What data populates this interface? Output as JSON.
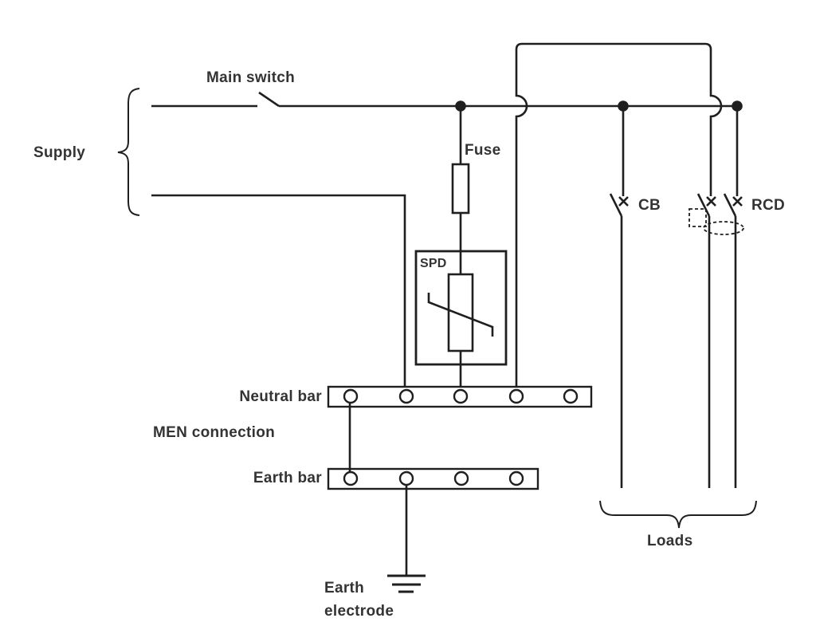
{
  "page": {
    "background": "#ffffff",
    "wire_color": "#1f1f1f",
    "text_color": "#333333"
  },
  "labels": {
    "supply": "Supply",
    "main_switch": "Main switch",
    "fuse": "Fuse",
    "spd": "SPD",
    "cb": "CB",
    "rcd": "RCD",
    "neutral_bar": "Neutral bar",
    "men_connection": "MEN connection",
    "earth_bar": "Earth bar",
    "earth_electrode": "Earth electrode",
    "loads": "Loads"
  },
  "diagram": {
    "type": "electrical-schematic",
    "subject": "MEN (multiple earthed neutral) installation: supply through main switch, fuse-protected SPD between active and neutral bar, neutral bar linked to earth bar (MEN connection) and earth electrode, load circuits via CB and two-pole RCD",
    "components": [
      {
        "id": "supply",
        "label": "Supply",
        "symbol": "left-brace-over-two-conductors"
      },
      {
        "id": "main-switch",
        "label": "Main switch",
        "symbol": "single-pole-switch",
        "on_conductor": "active"
      },
      {
        "id": "fuse",
        "label": "Fuse",
        "symbol": "fuse-rectangle"
      },
      {
        "id": "spd",
        "label": "SPD",
        "symbol": "varistor-in-box",
        "fed_via": "fuse"
      },
      {
        "id": "neutral-bar",
        "label": "Neutral bar",
        "symbol": "terminal-bar",
        "terminals": 5
      },
      {
        "id": "men-connection",
        "label": "MEN connection",
        "symbol": "link-neutral-bar-to-earth-bar"
      },
      {
        "id": "earth-bar",
        "label": "Earth bar",
        "symbol": "terminal-bar",
        "terminals": 4
      },
      {
        "id": "earth-electrode",
        "label": "Earth electrode",
        "symbol": "ground-electrode"
      },
      {
        "id": "cb",
        "label": "CB",
        "symbol": "circuit-breaker-single-pole"
      },
      {
        "id": "rcd",
        "label": "RCD",
        "symbol": "circuit-breaker-two-pole-with-dashed-toroid"
      },
      {
        "id": "loads",
        "label": "Loads",
        "symbol": "bottom-brace-over-three-conductors"
      }
    ],
    "junction_dots": 3,
    "wire_hops": 2
  }
}
